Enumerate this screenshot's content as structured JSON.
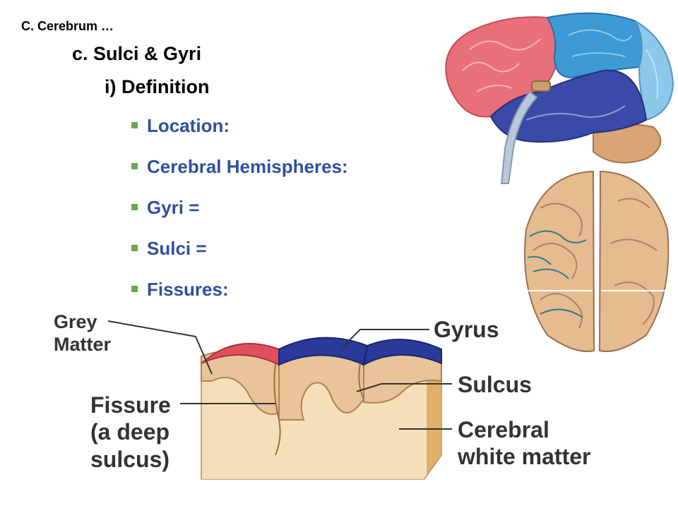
{
  "slide": {
    "section_header": "C.  Cerebrum …",
    "subheading": "c.  Sulci & Gyri",
    "subsubheading": "i)  Definition",
    "bullets": [
      {
        "label": "Location:"
      },
      {
        "label": "Cerebral Hemispheres:"
      },
      {
        "label": "Gyri ="
      },
      {
        "label": "Sulci ="
      },
      {
        "label": "Fissures:"
      }
    ],
    "colors": {
      "bullet_text": "#2f4f9f",
      "bullet_marker": "#6aa84f",
      "frontal_lobe": "#e8707a",
      "parietal_lobe": "#3d9ad6",
      "temporal_lobe": "#3a4aa8",
      "occipital_lobe": "#8cc8ea",
      "grey_matter_top_red": "#e0505c",
      "grey_matter_top_blue": "#2a3a9a",
      "white_matter": "#f5dfb8",
      "grey_matter": "#e8c498"
    }
  },
  "diagram": {
    "labels": {
      "grey_matter_line1": "Grey",
      "grey_matter_line2": "Matter",
      "gyrus": "Gyrus",
      "sulcus": "Sulcus",
      "fissure_line1": "Fissure",
      "fissure_line2": "(a deep",
      "fissure_line3": "sulcus)",
      "white_matter_line1": "Cerebral",
      "white_matter_line2": "white matter"
    }
  }
}
